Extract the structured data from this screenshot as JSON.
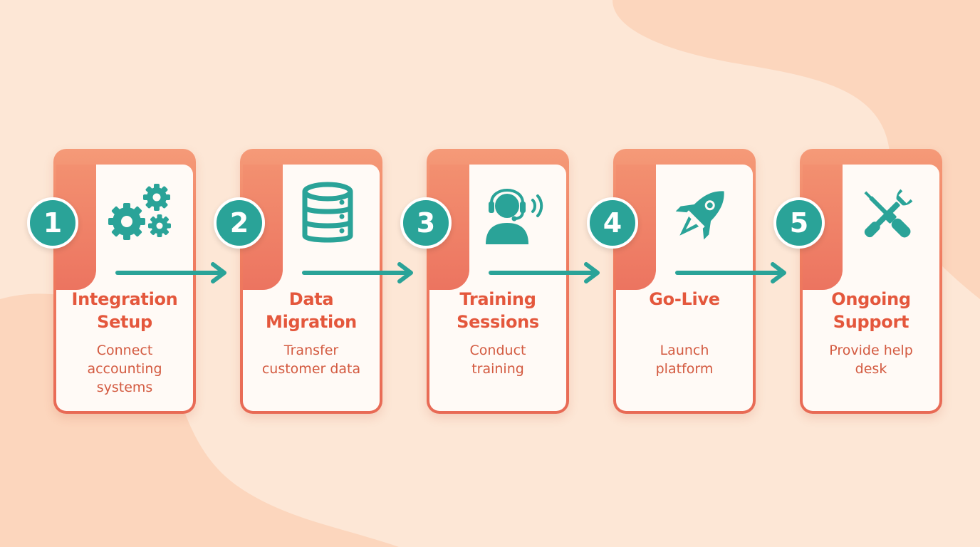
{
  "colors": {
    "background": "#fde7d6",
    "card_accent": "#ef7a5f",
    "teal": "#2aa398",
    "title_text": "#e4573c",
    "desc_text": "#d35a40"
  },
  "steps": [
    {
      "number": "1",
      "icon": "gears-icon",
      "title": [
        "Integration",
        "Setup"
      ],
      "desc": [
        "Connect",
        "accounting",
        "systems"
      ]
    },
    {
      "number": "2",
      "icon": "database-icon",
      "title": [
        "Data",
        "Migration"
      ],
      "desc": [
        "Transfer",
        "customer data"
      ]
    },
    {
      "number": "3",
      "icon": "headset-agent-icon",
      "title": [
        "Training",
        "Sessions"
      ],
      "desc": [
        "Conduct",
        "training"
      ]
    },
    {
      "number": "4",
      "icon": "rocket-icon",
      "title": [
        "Go-Live"
      ],
      "desc": [
        "Launch",
        "platform"
      ]
    },
    {
      "number": "5",
      "icon": "tools-icon",
      "title": [
        "Ongoing",
        "Support"
      ],
      "desc": [
        "Provide help",
        "desk"
      ]
    }
  ]
}
